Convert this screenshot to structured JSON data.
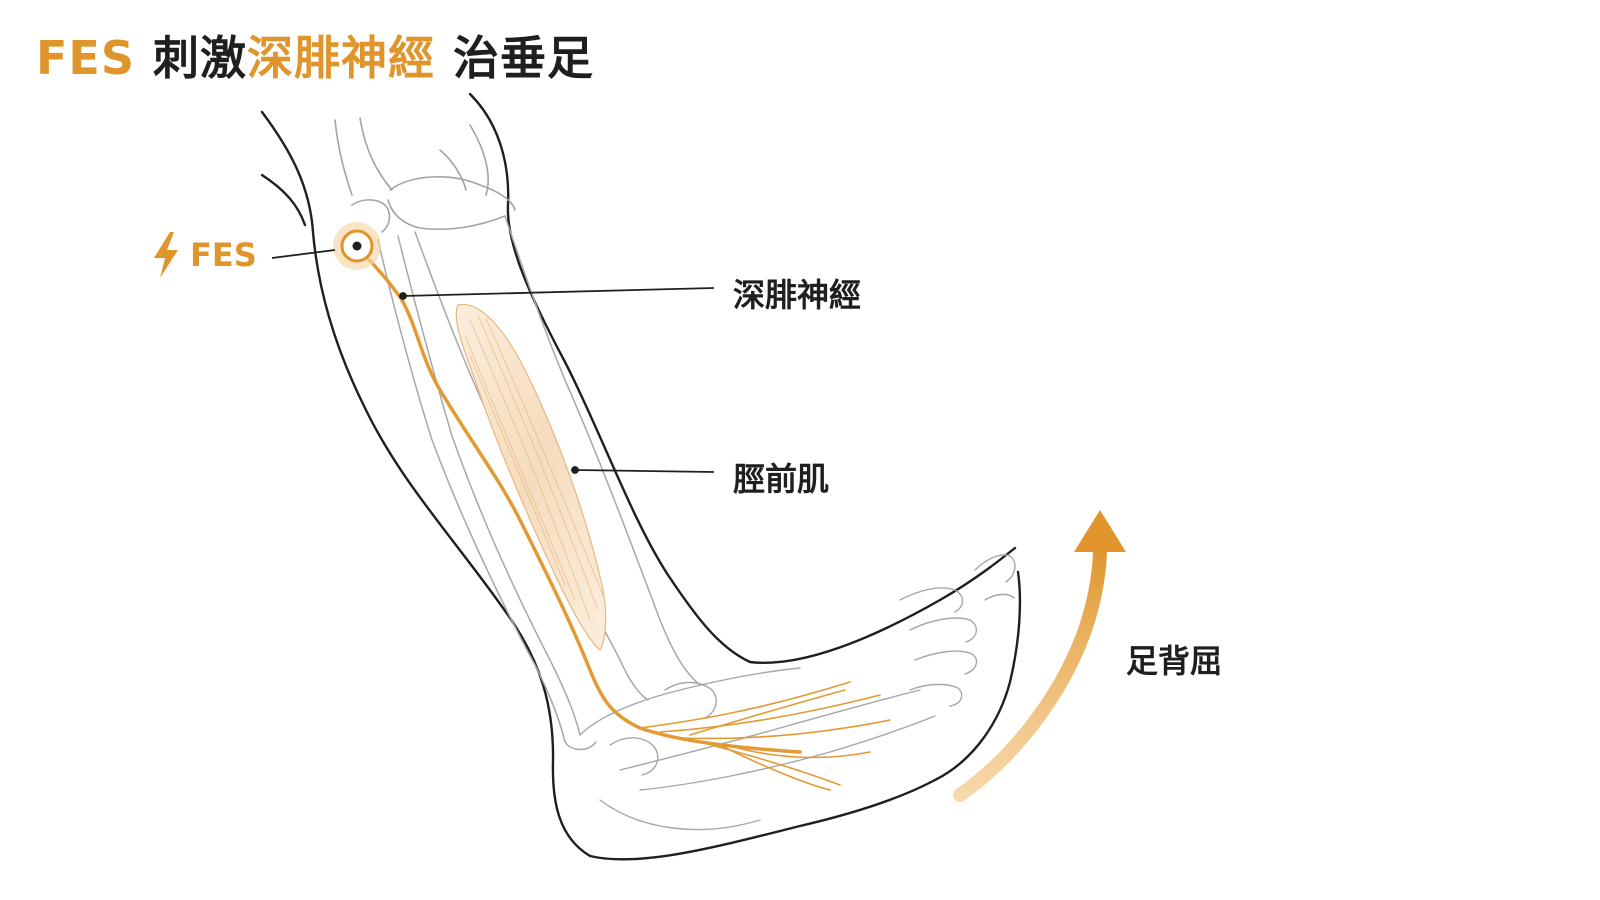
{
  "title": {
    "part1": "FES",
    "part2": "刺激",
    "part3": "深腓神經",
    "part4": "治垂足"
  },
  "labels": {
    "fes": "FES",
    "nerve": "深腓神經",
    "muscle": "脛前肌",
    "dorsiflexion": "足背屈"
  },
  "icons": {
    "stimulation": "lightning-bolt-icon",
    "electrode": "electrode-target-icon",
    "movement": "curved-up-arrow-icon"
  },
  "colors": {
    "accent": "#e0952c",
    "nerve": "#e39a34",
    "outline": "#1f1f1f",
    "bone": "#9a9a9a",
    "muscle_fill": "#f7e2c9"
  }
}
